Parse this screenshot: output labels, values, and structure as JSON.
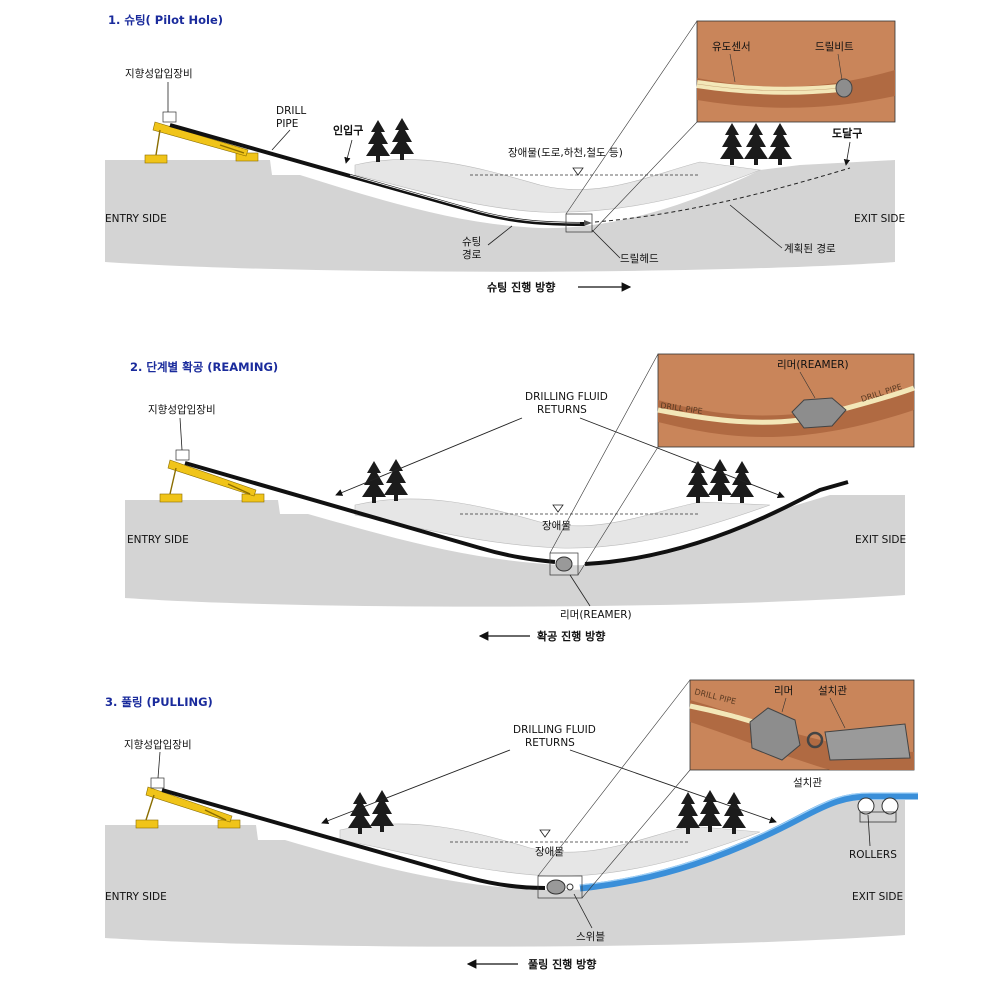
{
  "panels": [
    {
      "title": "1. 슈팅( Pilot Hole)",
      "rig_label": "지향성압입장비",
      "drill_pipe_label": [
        "DRILL",
        "PIPE"
      ],
      "entry_label": "인입구",
      "obstacle_label": "장애물(도로,하천,철도 등)",
      "exit_point_label": "도달구",
      "entry_side": "ENTRY SIDE",
      "exit_side": "EXIT SIDE",
      "shooting_path_label": [
        "슈팅",
        "경로"
      ],
      "drill_head_label": "드릴헤드",
      "planned_path_label": "계획된 경로",
      "direction_label": "슈팅 진행 방향",
      "inset_labels": [
        "유도센서",
        "드릴비트"
      ]
    },
    {
      "title": "2. 단계별 확공 (REAMING)",
      "rig_label": "지향성압입장비",
      "fluid_label": [
        "DRILLING FLUID",
        "RETURNS"
      ],
      "obstacle_label": "장애물",
      "entry_side": "ENTRY SIDE",
      "exit_side": "EXIT SIDE",
      "reamer_label": "리머(REAMER)",
      "direction_label": "확공 진행 방향",
      "inset_labels": [
        "리머(REAMER)",
        "DRILL PIPE",
        "DRILL PIPE"
      ]
    },
    {
      "title": "3. 풀링 (PULLING)",
      "rig_label": "지향성압입장비",
      "fluid_label": [
        "DRILLING FLUID",
        "RETURNS"
      ],
      "obstacle_label": "장애물",
      "entry_side": "ENTRY SIDE",
      "exit_side": "EXIT SIDE",
      "pipe_label": "설치관",
      "rollers_label": "ROLLERS",
      "swivel_label": "스위블",
      "direction_label": "풀링 진행 방향",
      "inset_labels": [
        "리머",
        "설치관",
        "DRILL PIPE"
      ]
    }
  ],
  "colors": {
    "ground": "#d4d4d4",
    "rig": "#f0c419",
    "pipe": "#111111",
    "product_pipe": "#3a8fd9",
    "inset_bg": "#c9855a",
    "title": "#1a2b9c"
  }
}
